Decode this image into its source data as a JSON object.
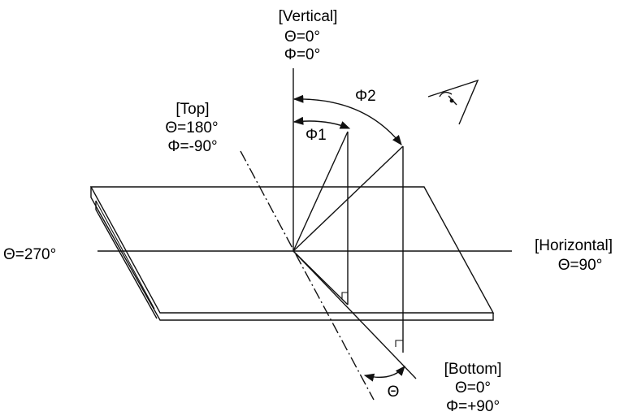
{
  "labels": {
    "vertical": {
      "name": "[Vertical]",
      "theta": "Θ=0°",
      "phi": "Φ=0°"
    },
    "top": {
      "name": "[Top]",
      "theta": "Θ=180°",
      "phi": "Φ=-90°"
    },
    "left": {
      "theta": "Θ=270°"
    },
    "horizontal": {
      "name": "[Horizontal]",
      "theta": "Θ=90°"
    },
    "bottom": {
      "name": "[Bottom]",
      "theta": "Θ=0°",
      "phi": "Φ=+90°"
    },
    "phi1": "Φ1",
    "phi2": "Φ2",
    "theta_angle": "Θ"
  },
  "icons": {
    "viewer": "eye-icon"
  },
  "colors": {
    "ink": "#111111",
    "background": "#ffffff"
  }
}
